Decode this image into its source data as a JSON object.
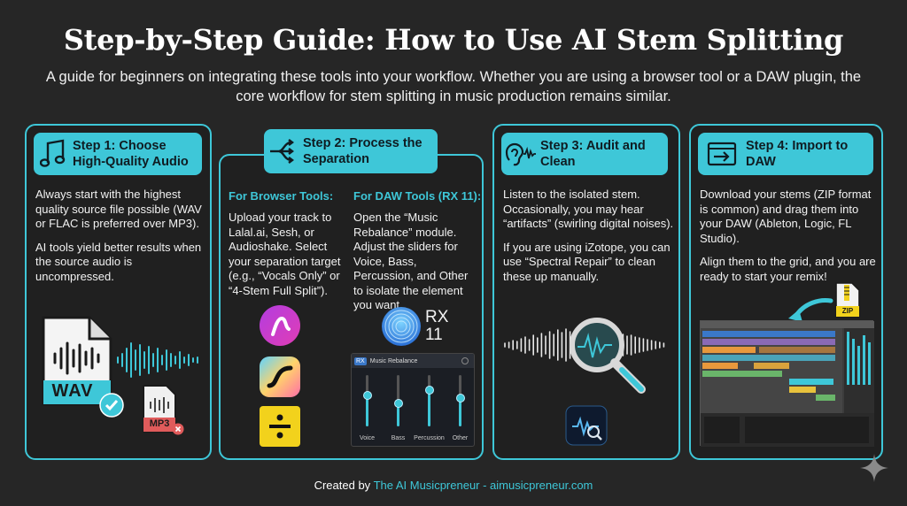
{
  "title": "Step-by-Step Guide: How to Use AI Stem Splitting",
  "subtitle": "A guide for beginners on integrating these tools into your workflow. Whether you are using a browser tool or a DAW plugin, the core workflow for stem splitting in music production remains similar.",
  "accent_color": "#3ec7d8",
  "steps": [
    {
      "icon": "music-note-icon",
      "title": "Step 1: Choose High-Quality Audio",
      "paragraphs": [
        "Always start with the highest quality source file possible (WAV or FLAC is preferred over MP3).",
        "AI tools yield better results when the source audio is uncompressed."
      ],
      "labels": {
        "wav": "WAV",
        "mp3": "MP3"
      }
    },
    {
      "icon": "split-arrows-icon",
      "title": "Step 2: Process the Separation",
      "browser": {
        "heading": "For Browser Tools:",
        "text": "Upload your track to Lalal.ai, Sesh, or Audioshake. Select your separation target (e.g., “Vocals Only” or “4-Stem Full Split”)."
      },
      "daw": {
        "heading": "For DAW Tools (RX 11):",
        "text": "Open the “Music Rebalance” module. Adjust the sliders for Voice, Bass, Percussion, and Other to isolate the element you want.",
        "rx_logo": "RX",
        "rx_version": "11",
        "module": {
          "badge": "RX",
          "title": "Music Rebalance",
          "sliders": [
            {
              "label": "Voice",
              "level": 0.6
            },
            {
              "label": "Bass",
              "level": 0.45
            },
            {
              "label": "Percussion",
              "level": 0.7
            },
            {
              "label": "Other",
              "level": 0.55
            }
          ]
        }
      }
    },
    {
      "icon": "ear-waveform-icon",
      "title": "Step 3: Audit and Clean",
      "paragraphs": [
        "Listen to the isolated stem. Occasionally, you may hear “artifacts” (swirling digital noises).",
        "If you are using iZotope, you can use “Spectral Repair” to clean these up manually."
      ]
    },
    {
      "icon": "import-arrow-icon",
      "title": "Step 4: Import to DAW",
      "paragraphs": [
        "Download your stems (ZIP format is common) and drag them into your DAW (Ableton, Logic, FL Studio).",
        "Align them to the grid, and you are ready to start your remix!"
      ],
      "zip_label": "ZIP"
    }
  ],
  "footer": {
    "prefix": "Created by ",
    "credit": "The AI Musicpreneur - aimusicpreneur.com"
  }
}
